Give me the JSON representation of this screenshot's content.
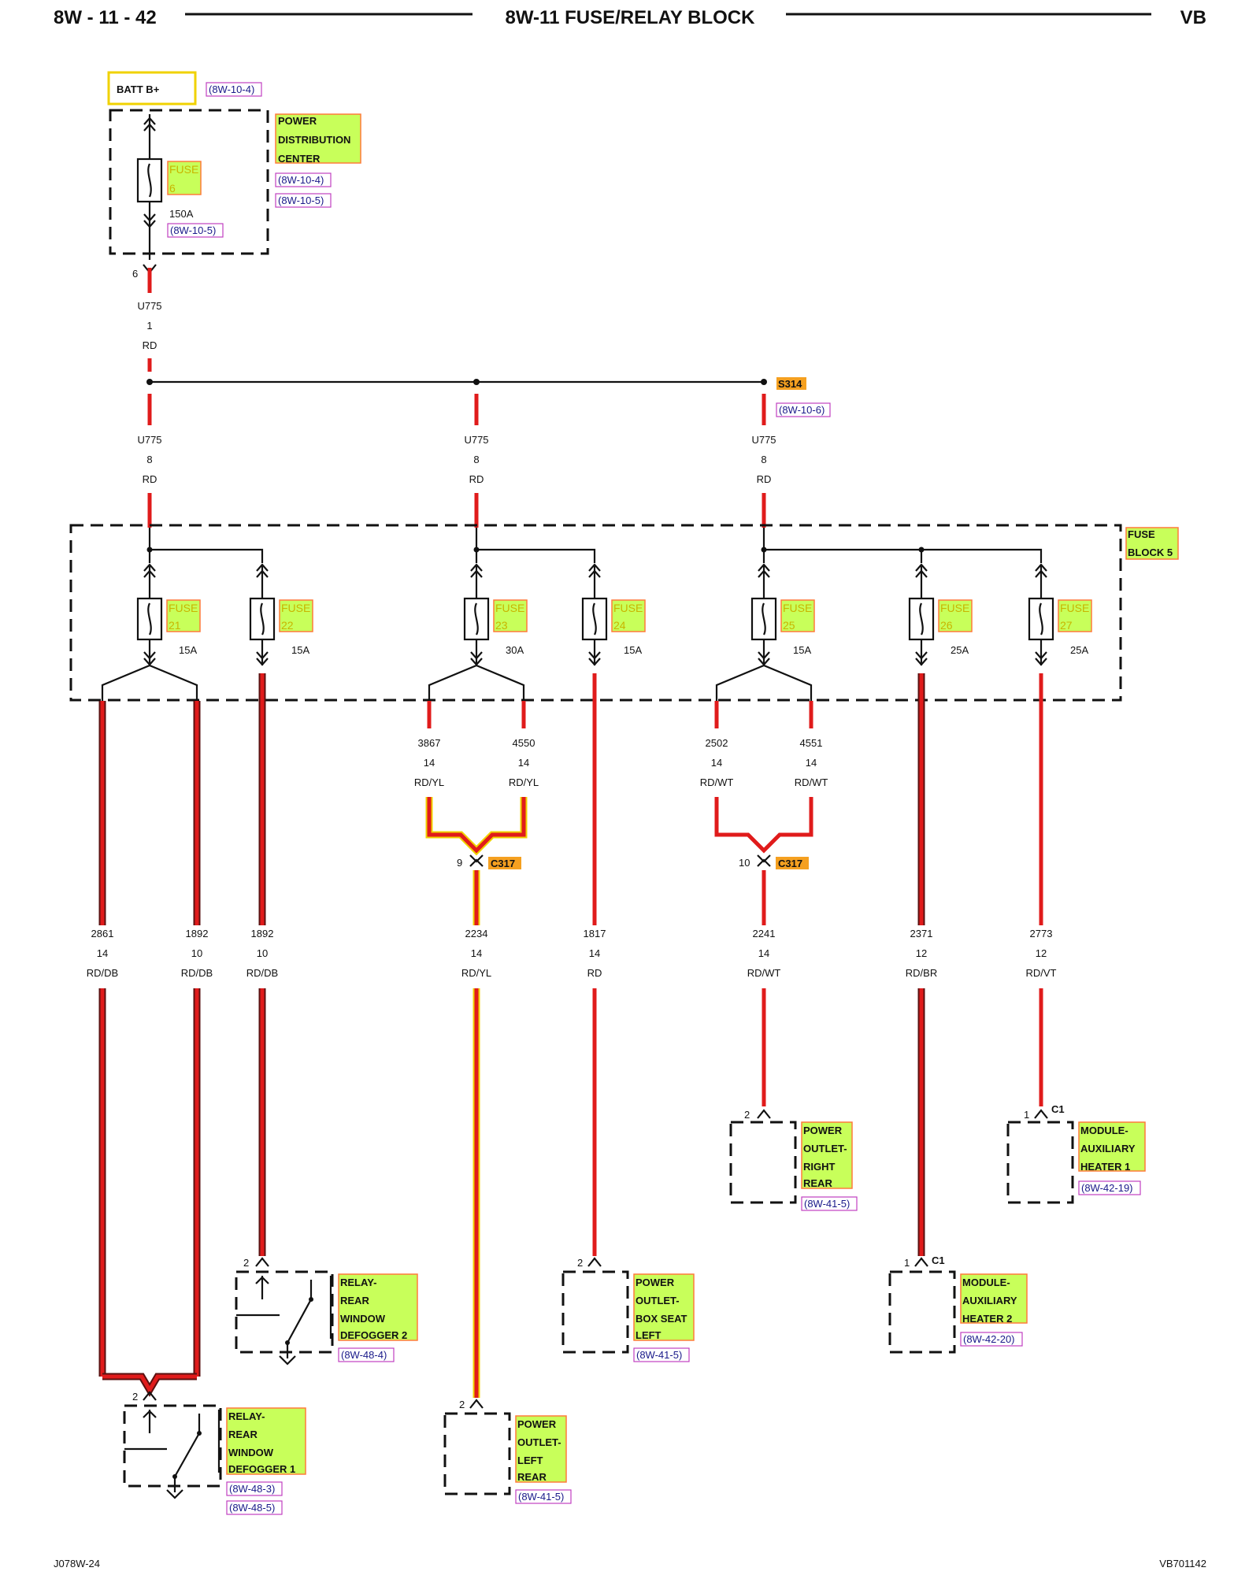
{
  "header": {
    "left": "8W - 11 - 42",
    "title": "8W-11 FUSE/RELAY BLOCK",
    "right": "VB"
  },
  "footer": {
    "left": "J078W-24",
    "right": "VB701142"
  },
  "source": {
    "batt": "BATT B+",
    "batt_ref": "(8W-10-4)",
    "pdc": [
      "POWER",
      "DISTRIBUTION",
      "CENTER"
    ],
    "pdc_refs": [
      "(8W-10-4)",
      "(8W-10-5)"
    ],
    "fuse_label": "FUSE",
    "fuse_num": "6",
    "amps": "150A",
    "fuse_ref": "(8W-10-5)",
    "pin": "6"
  },
  "main_wire": {
    "code": "U775",
    "gauge": "1",
    "color": "RD"
  },
  "splice": {
    "name": "S314",
    "ref": "(8W-10-6)"
  },
  "feeds": [
    {
      "code": "U775",
      "gauge": "8",
      "color": "RD"
    },
    {
      "code": "U775",
      "gauge": "8",
      "color": "RD"
    },
    {
      "code": "U775",
      "gauge": "8",
      "color": "RD"
    }
  ],
  "fuse_block": {
    "label_1": "FUSE",
    "label_2": "BLOCK 5"
  },
  "fuses": [
    {
      "label": "FUSE",
      "num": "21",
      "amps": "15A"
    },
    {
      "label": "FUSE",
      "num": "22",
      "amps": "15A"
    },
    {
      "label": "FUSE",
      "num": "23",
      "amps": "30A"
    },
    {
      "label": "FUSE",
      "num": "24",
      "amps": "15A"
    },
    {
      "label": "FUSE",
      "num": "25",
      "amps": "15A"
    },
    {
      "label": "FUSE",
      "num": "26",
      "amps": "25A"
    },
    {
      "label": "FUSE",
      "num": "27",
      "amps": "25A"
    }
  ],
  "mid_wires": [
    {
      "code": "3867",
      "gauge": "14",
      "color": "RD/YL"
    },
    {
      "code": "4550",
      "gauge": "14",
      "color": "RD/YL"
    },
    {
      "code": "2502",
      "gauge": "14",
      "color": "RD/WT"
    },
    {
      "code": "4551",
      "gauge": "14",
      "color": "RD/WT"
    }
  ],
  "connectors": [
    {
      "name": "C317",
      "pin": "9"
    },
    {
      "name": "C317",
      "pin": "10"
    }
  ],
  "out_wires": [
    {
      "code": "2861",
      "gauge": "14",
      "color": "RD/DB"
    },
    {
      "code": "1892",
      "gauge": "10",
      "color": "RD/DB"
    },
    {
      "code": "1892",
      "gauge": "10",
      "color": "RD/DB"
    },
    {
      "code": "2234",
      "gauge": "14",
      "color": "RD/YL"
    },
    {
      "code": "1817",
      "gauge": "14",
      "color": "RD"
    },
    {
      "code": "2241",
      "gauge": "14",
      "color": "RD/WT"
    },
    {
      "code": "2371",
      "gauge": "12",
      "color": "RD/BR"
    },
    {
      "code": "2773",
      "gauge": "12",
      "color": "RD/VT"
    }
  ],
  "components": {
    "outlet_right_rear": {
      "lines": [
        "POWER",
        "OUTLET-",
        "RIGHT",
        "REAR"
      ],
      "ref": "(8W-41-5)",
      "pin": "2"
    },
    "heater_1": {
      "lines": [
        "MODULE-",
        "AUXILIARY",
        "HEATER 1"
      ],
      "ref": "(8W-42-19)",
      "pin": "1",
      "conn": "C1"
    },
    "relay_def_2": {
      "lines": [
        "RELAY-",
        "REAR",
        "WINDOW",
        "DEFOGGER 2"
      ],
      "ref": "(8W-48-4)",
      "pin": "2"
    },
    "outlet_box_seat": {
      "lines": [
        "POWER",
        "OUTLET-",
        "BOX SEAT",
        "LEFT"
      ],
      "ref": "(8W-41-5)",
      "pin": "2"
    },
    "heater_2": {
      "lines": [
        "MODULE-",
        "AUXILIARY",
        "HEATER 2"
      ],
      "ref": "(8W-42-20)",
      "pin": "1",
      "conn": "C1"
    },
    "relay_def_1": {
      "lines": [
        "RELAY-",
        "REAR",
        "WINDOW",
        "DEFOGGER 1"
      ],
      "refs": [
        "(8W-48-3)",
        "(8W-48-5)"
      ],
      "pin": "2"
    },
    "outlet_left_rear": {
      "lines": [
        "POWER",
        "OUTLET-",
        "LEFT",
        "REAR"
      ],
      "ref": "(8W-41-5)",
      "pin": "2"
    }
  },
  "colors": {
    "red_wire": "#e01b1b",
    "yellow_tracer": "#f0d200",
    "dark_blue_tracer": "#5a1010",
    "highlight": "#c8ff5a"
  }
}
